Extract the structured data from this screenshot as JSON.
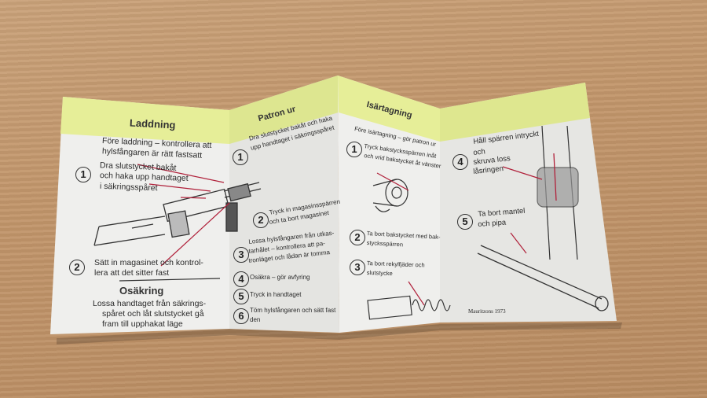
{
  "panel1": {
    "heading": "Laddning",
    "intro_line1": "Före laddning – kontrollera att",
    "intro_line2": "hylsfångaren är rätt fastsatt",
    "step1_num": "1",
    "step1_line1": "Dra slutstycket bakåt",
    "step1_line2": "och haka upp handtaget",
    "step1_line3": "i säkringsspåret",
    "step2_num": "2",
    "step2_line1": "Sätt in magasinet och kontrol-",
    "step2_line2": "lera att det sitter fast",
    "subheading": "Osäkring",
    "osakring_line1": "Lossa handtaget från säkrings-",
    "osakring_line2": "spåret och låt slutstycket gå",
    "osakring_line3": "fram till upphakat läge"
  },
  "panel2": {
    "heading": "Patron ur",
    "step1_num": "1",
    "step1_line1": "Dra slutstycket bakåt och haka",
    "step1_line2": "upp handtaget i säkringsspåret",
    "step2_num": "2",
    "step2_line1": "Tryck in magasinsspärren",
    "step2_line2": "och ta bort magasinet",
    "step3_num": "3",
    "step3_line1": "Lossa hylsfångaren från utkas-",
    "step3_line2": "tarhålet – kontrollera att pa-",
    "step3_line3": "tronläget och lådan är tomma",
    "step4_num": "4",
    "step4_text": "Osäkra – gör avfyring",
    "step5_num": "5",
    "step5_text": "Tryck in handtaget",
    "step6_num": "6",
    "step6_line1": "Töm hylsfångaren och sätt fast",
    "step6_line2": "den"
  },
  "panel3": {
    "heading": "Isärtagning",
    "intro": "Före isärtagning – gör patron ur",
    "step1_num": "1",
    "step1_line1": "Tryck bakstycksspärren inåt",
    "step1_line2": "och vrid bakstycket åt vänster",
    "step2_num": "2",
    "step2_line1": "Ta bort bakstycket med bak-",
    "step2_line2": "stycksspärren",
    "step3_num": "3",
    "step3_line1": "Ta bort rekylfjäder och",
    "step3_line2": "slutstycke"
  },
  "panel4": {
    "step4_num": "4",
    "step4_line1": "Håll spärren intryckt",
    "step4_line2": "och",
    "step4_line3": "skruva loss",
    "step4_line4": "låsringen",
    "step5_num": "5",
    "step5_line1": "Ta bort mantel",
    "step5_line2": "och pipa",
    "footer": "Mauritzons   1973"
  },
  "colors": {
    "band": "#e6ee98",
    "paper": "#eeeeec",
    "paper_shade": "#d9d9d6",
    "annotation_red": "#b0203a"
  }
}
